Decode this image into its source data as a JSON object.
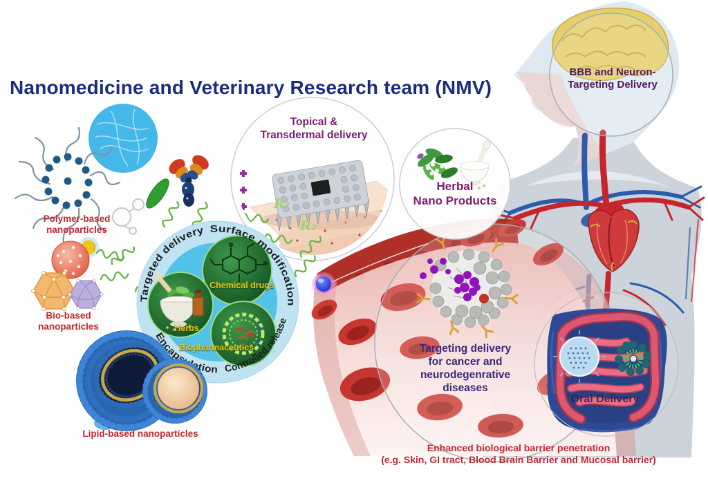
{
  "title": "Nanomedicine and Veterinary Research team (NMV)",
  "nanoparticle_labels": {
    "polymer": "Polymer-based\nnanoparticles",
    "bio": "Bio-based\nnanoparticles",
    "lipid": "Lipid-based nanoparticles"
  },
  "platform_ring": {
    "targeted": "Targeted delivery",
    "surface": "Surface modification",
    "encapsulation": "Encapsulation",
    "controlled": "Controlled release"
  },
  "payloads": {
    "chemical": "Chemical drugs",
    "herbs": "Herbs",
    "biopharmaceutics": "Biopharmaceutics"
  },
  "delivery_routes": {
    "topical": "Topical &\nTransdermal delivery",
    "herbal": "Herbal\nNano Products",
    "bbb": "BBB and Neuron-\nTargeting Delivery",
    "cancer": "Targeting delivery\nfor cancer and\nneurodegenrative\ndiseases",
    "oral": "Oral Delivery"
  },
  "annotations": {
    "r1": "R₁",
    "r2": "R₂",
    "footer": "Enhanced biological barrier penetration\n(e.g. Skin, GI tract, Blood Brain Barrier and Mucosal barrier)"
  },
  "colors": {
    "title_color": "#1b2c7e",
    "red_label": "#c1262b",
    "purple_label": "#7e1d74",
    "dark_purple_label": "#4e1a62",
    "indigo_label": "#37297b",
    "yellow_label": "#f2c606",
    "ring_text": "#1d1d1d",
    "r_label": "#a6ce74",
    "oral_label": "#27204f"
  }
}
